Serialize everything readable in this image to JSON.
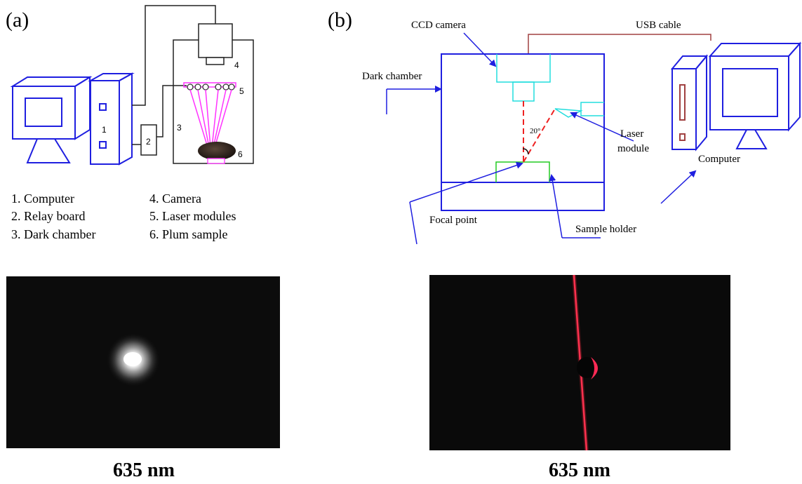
{
  "panel_a": {
    "label": "(a)",
    "component_numbers": [
      "1",
      "2",
      "3",
      "4",
      "5",
      "6"
    ],
    "legend": [
      "1.   Computer",
      "2.   Relay board",
      "3.   Dark chamber",
      "4. Camera",
      "5. Laser modules",
      "6. Plum sample"
    ],
    "image_caption": "635 nm"
  },
  "panel_b": {
    "label": "(b)",
    "callouts": {
      "ccd_camera": "CCD camera",
      "usb_cable": "USB cable",
      "dark_chamber": "Dark chamber",
      "angle": "20°",
      "laser_line1": "Laser",
      "laser_line2": "module",
      "computer": "Computer",
      "focal_point": "Focal point",
      "sample_holder": "Sample holder"
    },
    "image_caption": "635 nm"
  },
  "colors": {
    "diagram_blue": "#1f1fe0",
    "cyan": "#22dddd",
    "laser_magenta": "#ff33ff",
    "laser_red": "#ee2222",
    "green": "#22cc22",
    "dark_red": "#a04040",
    "photo_bg": "#0c0c0c"
  }
}
